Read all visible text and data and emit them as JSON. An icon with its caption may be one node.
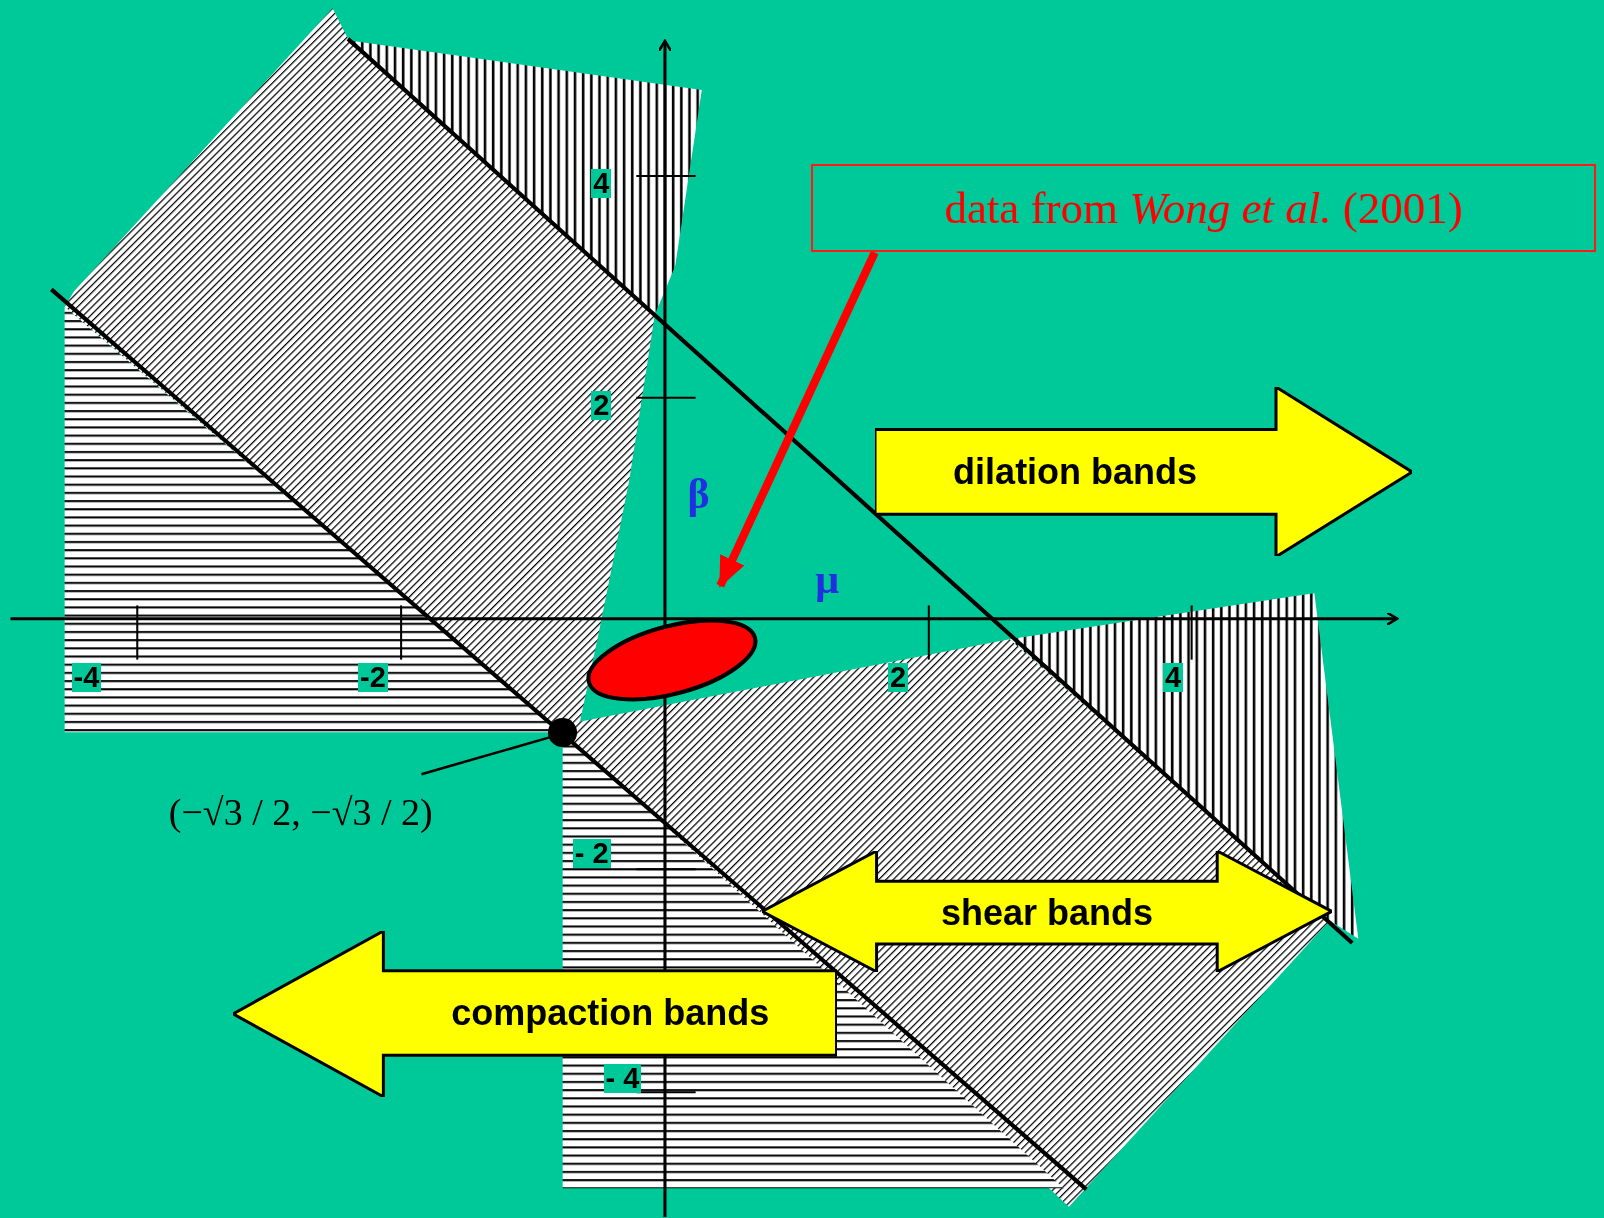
{
  "diagram": {
    "nodes": [
      {
        "text": [
          "data from *Wong et al.* (2001)"
        ]
      },
      {
        "text": [],
        "shape": "ellipse"
      },
      {
        "text": [
          "dilation bands"
        ]
      },
      {
        "text": [
          "shear bands"
        ]
      },
      {
        "text": [
          "compaction bands"
        ]
      },
      {
        "text": [
          "(−√3 / 2, −√3 / 2)"
        ]
      },
      {
        "text": [],
        "shape": "circle"
      }
    ],
    "edges": [
      {
        "from": 0,
        "to": 1,
        "arrow": "to",
        "style": "thick",
        "color": "#ff0000"
      },
      {
        "from": 5,
        "to": 6,
        "arrow": "none",
        "color": "#000000"
      }
    ],
    "labels": [
      "4",
      "2",
      "β",
      "μ",
      "-4",
      "-2",
      "2",
      "4",
      "- 2",
      "- 4"
    ]
  }
}
